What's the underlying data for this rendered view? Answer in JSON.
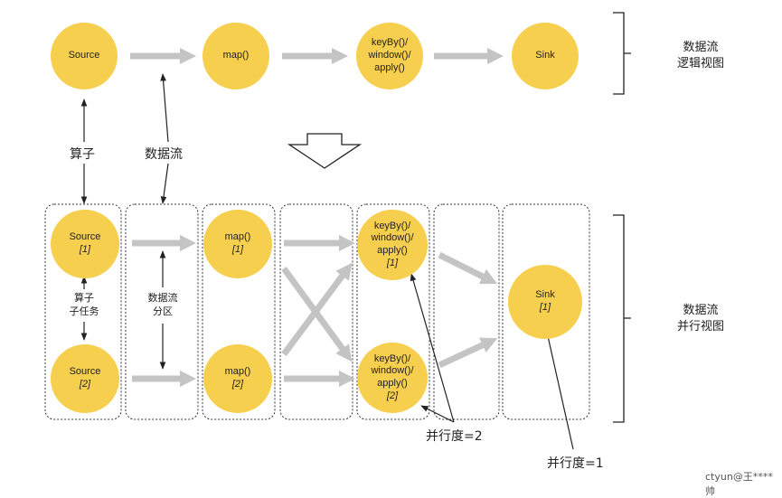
{
  "logical": {
    "nodes": [
      {
        "id": "source",
        "text": "Source"
      },
      {
        "id": "map",
        "text": "map()"
      },
      {
        "id": "keyby",
        "text": "keyBy()/\nwindow()/\napply()"
      },
      {
        "id": "sink",
        "text": "Sink"
      }
    ],
    "side_label": "数据流\n逻辑视图"
  },
  "parallel": {
    "nodes": [
      {
        "id": "source-1",
        "text": "Source",
        "index": "[1]"
      },
      {
        "id": "source-2",
        "text": "Source",
        "index": "[2]"
      },
      {
        "id": "map-1",
        "text": "map()",
        "index": "[1]"
      },
      {
        "id": "map-2",
        "text": "map()",
        "index": "[2]"
      },
      {
        "id": "keyby-1",
        "text": "keyBy()/\nwindow()/\napply()",
        "index": "[1]"
      },
      {
        "id": "keyby-2",
        "text": "keyBy()/\nwindow()/\napply()",
        "index": "[2]"
      },
      {
        "id": "sink-1",
        "text": "Sink",
        "index": "[1]"
      }
    ],
    "side_label": "数据流\n并行视图"
  },
  "labels": {
    "operator": "算子",
    "dataflow": "数据流",
    "subtask": "算子\n子任务",
    "partition": "数据流\n分区",
    "parallelism2": "并行度=2",
    "parallelism1": "并行度=1"
  },
  "watermark": "ctyun@王****帅",
  "colors": {
    "node_fill": "#f7cf4e",
    "arrow_gray": "#c4c4c4",
    "line": "#222222"
  }
}
